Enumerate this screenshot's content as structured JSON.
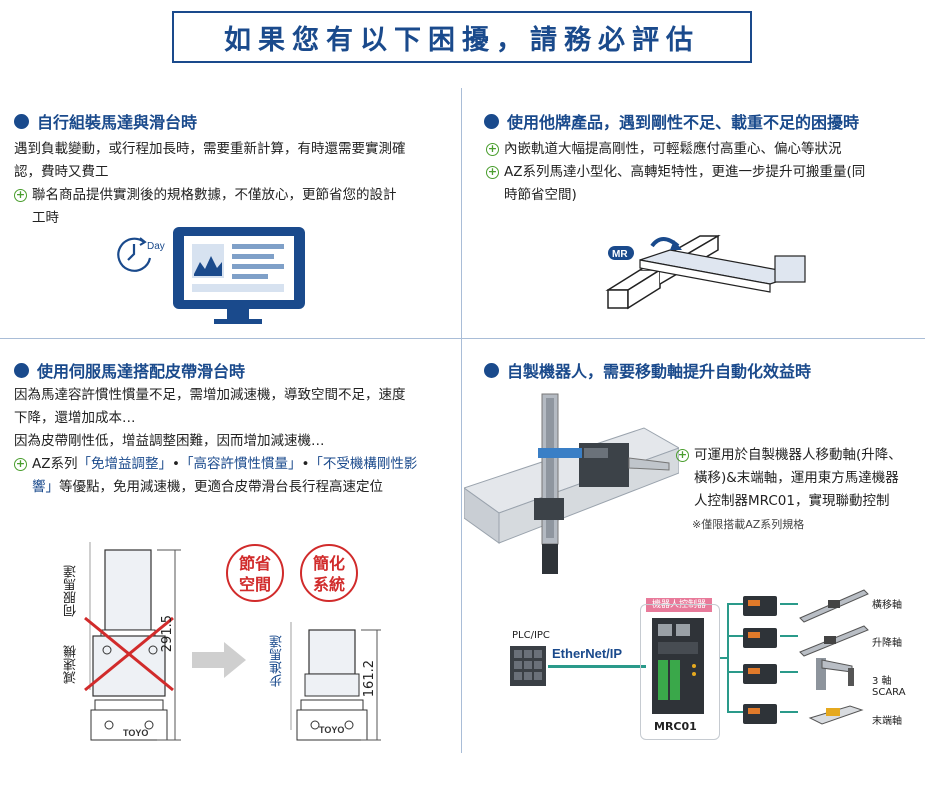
{
  "title": "如果您有以下困擾，請務必評估",
  "sections": [
    {
      "heading": "自行組裝馬達與滑台時",
      "body": [
        "遇到負載變動，或行程加長時，需要重新計算，有時還需要實測確",
        "認，費時又費工"
      ],
      "plus": [
        "聯名商品提供實測後的規格數據，不僅放心，更節省您的設計",
        "工時"
      ],
      "clock_label": "Day"
    },
    {
      "heading": "使用他牌產品，遇到剛性不足、載重不足的困擾時",
      "plus1": "內嵌軌道大幅提高剛性，可輕鬆應付高重心、偏心等狀況",
      "plus2": [
        "AZ系列馬達小型化、高轉矩特性，更進一步提升可搬重量(同",
        "時節省空間)"
      ],
      "mr_label": "MR"
    },
    {
      "heading": "使用伺服馬達搭配皮帶滑台時",
      "body": [
        "因為馬達容許慣性慣量不足，需增加減速機，導致空間不足，速度",
        "下降，還增加成本…",
        "因為皮帶剛性低，增益調整困難，因而增加減速機…"
      ],
      "plus_prefix": "AZ系列",
      "plus_hl1": "「免增益調整」",
      "plus_sep1": "•",
      "plus_hl2": "「高容許慣性慣量」",
      "plus_sep2": "•",
      "plus_hl3a": "「不受機構剛性影",
      "plus_hl3b": "響」",
      "plus_rest": "等優點，免用減速機，更適合皮帶滑台長行程高速定位",
      "servo_label": "伺服馬達",
      "reducer_label": "減速機",
      "dim_left": "291.5",
      "badge1": [
        "節省",
        "空間"
      ],
      "badge2": [
        "簡化",
        "系統"
      ],
      "stepper_label": "步進馬達",
      "dim_right": "161.2",
      "logo_text": "TOYO"
    },
    {
      "heading": "自製機器人，需要移動軸提升自動化效益時",
      "plus": [
        "可運用於自製機器人移動軸(升降、",
        "橫移)&末端軸，運用東方馬達機器",
        "人控制器MRC01，實現聯動控制"
      ],
      "note": "※僅限搭載AZ系列規格",
      "controller_tag": "機器人控制器",
      "plc_label": "PLC/IPC",
      "ethernet_label": "EtherNet/IP",
      "mrc_label": "MRC01",
      "axes": [
        "橫移軸",
        "升降軸",
        "3 軸 SCARA",
        "末端軸"
      ]
    }
  ],
  "colors": {
    "brand": "#1a4a8c",
    "plus": "#4a9e2e",
    "red": "#d12b2b",
    "ethernet": "#2a9a8a"
  }
}
